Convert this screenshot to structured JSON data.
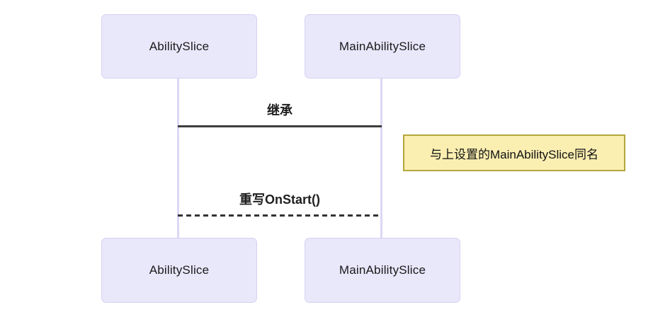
{
  "diagram": {
    "type": "uml-sequence",
    "background_color": "#ffffff",
    "node_fill": "#e9e7fa",
    "node_border": "#d7d2f2",
    "lifeline_color": "#ddd8f5",
    "edge_color": "#3d3d3d",
    "note_fill": "#faeeb1",
    "note_border": "#b3a63c",
    "nodes": {
      "top_left": {
        "label": "AbilitySlice"
      },
      "top_right": {
        "label": "MainAbilitySlice"
      },
      "bottom_left": {
        "label": "AbilitySlice"
      },
      "bottom_right": {
        "label": "MainAbilitySlice"
      }
    },
    "edges": {
      "inheritance": {
        "label": "继承",
        "style": "solid"
      },
      "override": {
        "label": "重写OnStart()",
        "style": "dashed"
      }
    },
    "note": {
      "text": "与上设置的MainAbilitySlice同名"
    }
  }
}
